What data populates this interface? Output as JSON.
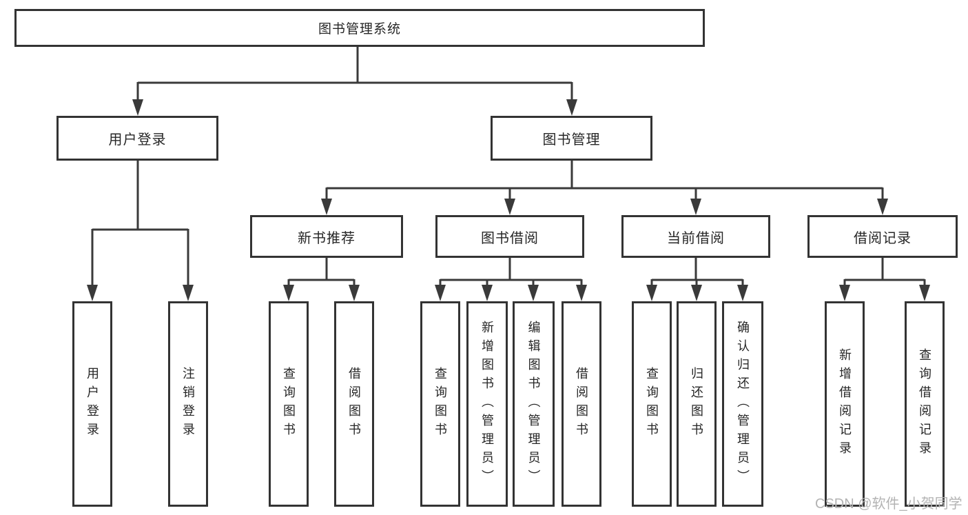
{
  "tree": {
    "root": {
      "label": "图书管理系统",
      "children": [
        {
          "label": "用户登录",
          "children": [
            {
              "label": "用户登录"
            },
            {
              "label": "注销登录"
            }
          ]
        },
        {
          "label": "图书管理",
          "children": [
            {
              "label": "新书推荐",
              "children": [
                {
                  "label": "查询图书"
                },
                {
                  "label": "借阅图书"
                }
              ]
            },
            {
              "label": "图书借阅",
              "children": [
                {
                  "label": "查询图书"
                },
                {
                  "label": "新增图书（管理员）"
                },
                {
                  "label": "编辑图书（管理员）"
                },
                {
                  "label": "借阅图书"
                }
              ]
            },
            {
              "label": "当前借阅",
              "children": [
                {
                  "label": "查询图书"
                },
                {
                  "label": "归还图书"
                },
                {
                  "label": "确认归还（管理员）"
                }
              ]
            },
            {
              "label": "借阅记录",
              "children": [
                {
                  "label": "新增借阅记录"
                },
                {
                  "label": "查询借阅记录"
                }
              ]
            }
          ]
        }
      ]
    }
  },
  "watermark": {
    "text": "CSDN @软件_小贺同学"
  },
  "colors": {
    "line": "#3a3a3a",
    "box_border": "#333333",
    "text": "#262626",
    "watermark": "#b3b3b3",
    "background": "#ffffff"
  }
}
